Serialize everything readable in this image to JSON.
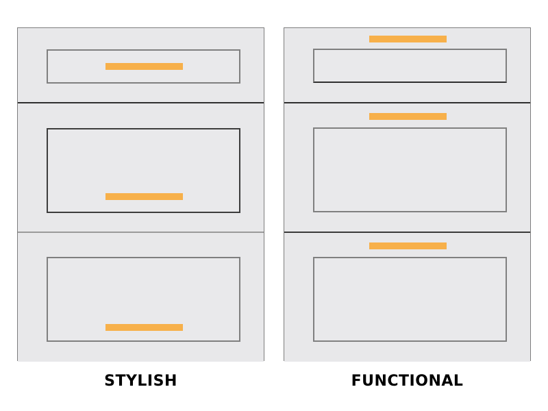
{
  "colors": {
    "handle": "#f7b04a",
    "cabinet_fill": "#e6e6e8",
    "outline": "#7d7d7d"
  },
  "cabinets": [
    {
      "caption": "STYLISH",
      "handle_position": "centered on drawer front panel"
    },
    {
      "caption": "FUNCTIONAL",
      "handle_position": "above drawer front panel"
    }
  ]
}
